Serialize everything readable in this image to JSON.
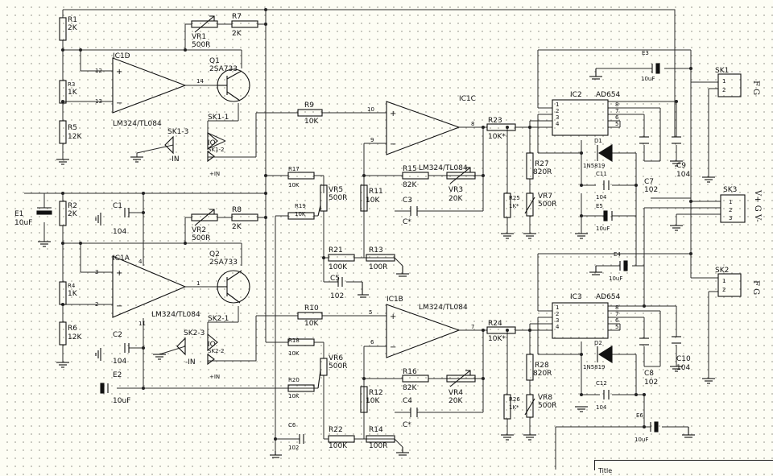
{
  "labels": {
    "R1": "R1",
    "R1v": "2K",
    "R3": "R3",
    "R3v": "1K",
    "R5": "R5",
    "R5v": "12K",
    "R7": "R7",
    "R7v": "2K",
    "VR1": "VR1",
    "VR1v": "500R",
    "Q1": "Q1",
    "Q1v": "2SA733",
    "IC1D": "IC1D",
    "IC1Dv": "LM324/TL084",
    "p12": "12",
    "p13": "13",
    "p14": "14",
    "SK13": "SK1-3",
    "SK13v": "-IN",
    "SK11": "SK1-1",
    "SK11a": "IO",
    "SK11b": "SK1-2",
    "SK11c": "+IN",
    "E1": "E1",
    "E1v": "10uF",
    "R2": "R2",
    "R2v": "2K",
    "C1": "C1",
    "C1v": "104",
    "R4": "R4",
    "R4v": "1K",
    "R6": "R6",
    "R6v": "12K",
    "IC1A": "IC1A",
    "IC1Av": "LM324/TL084",
    "p3": "3",
    "p2": "2",
    "p4": "4",
    "p1": "1",
    "p11": "11",
    "VR2": "VR2",
    "VR2v": "500R",
    "R8": "R8",
    "R8v": "2K",
    "Q2": "Q2",
    "Q2v": "2SA733",
    "SK23": "SK2-3",
    "SK23v": "-IN",
    "SK21": "SK2-1",
    "SK21a": "IO",
    "SK21b": "SK2-2",
    "SK21c": "+IN",
    "C2": "C2",
    "C2v": "104",
    "E2": "E2",
    "E2v": "10uF",
    "R9": "R9",
    "R9v": "10K",
    "IC1C": "IC1C",
    "p10": "10",
    "p9": "9",
    "p8": "8",
    "R17": "R17",
    "R17v": "10K",
    "R19": "R19",
    "R19v": "10K",
    "VR5": "VR5",
    "VR5v": "500R",
    "R11": "R11",
    "R11v": "10K",
    "R15": "R15",
    "R15v": "82K",
    "IC1Cv": "LM324/TL084",
    "VR3": "VR3",
    "VR3v": "20K",
    "C3": "C3",
    "C3v": "C*",
    "R21": "R21",
    "R21v": "100K",
    "R13": "R13",
    "R13v": "100R",
    "C5": "C5",
    "C5v": "102",
    "R10": "R10",
    "R10v": "10K",
    "IC1B": "IC1B",
    "IC1Bv": "LM324/TL084",
    "p5": "5",
    "p6": "6",
    "p7": "7",
    "R18": "R18",
    "R18v": "10K",
    "VR6": "VR6",
    "VR6v": "500R",
    "R20": "R20",
    "R20v": "10K",
    "R12": "R12",
    "R12v": "10K",
    "R16": "R16",
    "R16v": "82K",
    "VR4": "VR4",
    "VR4v": "20K",
    "C4": "C4",
    "C4v": "C*",
    "C6": "C6",
    "C6v": "102",
    "R22": "R22",
    "R22v": "100K",
    "R14": "R14",
    "R14v": "100R",
    "R23": "R23",
    "R23v": "10K*",
    "R25": "R25",
    "R25v": "1K*",
    "R27": "R27",
    "R27v": "820R",
    "VR7": "VR7",
    "VR7v": "500R",
    "IC2": "IC2",
    "IC2v": "AD654",
    "E3": "E3",
    "E3v": "10uF",
    "D1": "D1",
    "D1v": "1N5819",
    "C11": "C11",
    "C11v": "104",
    "E5": "E5",
    "E5v": "10uF",
    "C7": "C7",
    "C7v": "102",
    "C9": "C9",
    "C9v": "104",
    "R24": "R24",
    "R24v": "10K*",
    "R26": "R26",
    "R26v": "1K*",
    "R28": "R28",
    "R28v": "820R",
    "VR8": "VR8",
    "VR8v": "500R",
    "IC3": "IC3",
    "IC3v": "AD654",
    "E4": "E4",
    "E4v": "10uF",
    "D2": "D2",
    "D2v": "1N5819",
    "C12": "C12",
    "C12v": "104",
    "E6": "E6",
    "E6v": "10uF",
    "C8": "C8",
    "C8v": "102",
    "C10": "C10",
    "C10v": "104",
    "SK1": "SK1",
    "SK1n": "F G",
    "SK2": "SK2",
    "SK2n": "F G",
    "SK3": "SK3",
    "SK3n": "V+ G V-",
    "pin1": "1",
    "pin2": "2",
    "pin3": "3",
    "pin4": "4",
    "pin5": "5",
    "pin6": "6",
    "pin7": "7",
    "pin8": "8",
    "title": "Title"
  }
}
